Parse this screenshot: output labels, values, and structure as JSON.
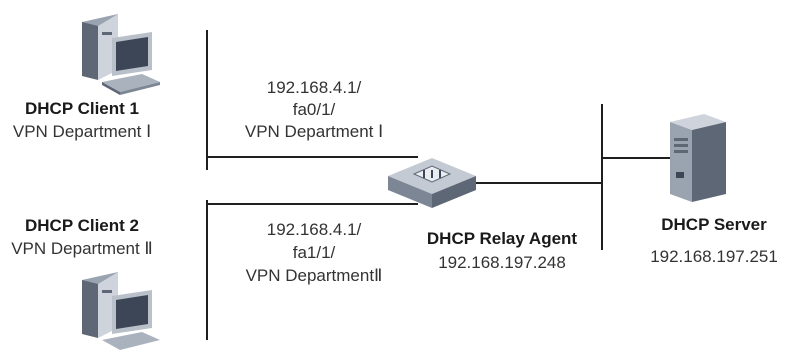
{
  "colors": {
    "line": "#1f1f1f",
    "device_light": "#cfd4dc",
    "device_mid": "#9aa3b0",
    "device_dark": "#5e6776",
    "screen": "#3d4656"
  },
  "client1": {
    "name": "DHCP Client 1",
    "vpn": "VPN Department Ⅰ",
    "icon": "computer-icon"
  },
  "client2": {
    "name": "DHCP Client 2",
    "vpn": "VPN Department Ⅱ",
    "icon": "computer-icon"
  },
  "interface1": {
    "ip": "192.168.4.1/",
    "port": "fa0/1/",
    "vpn": "VPN Department Ⅰ"
  },
  "interface2": {
    "ip": "192.168.4.1/",
    "port": "fa1/1/",
    "vpn": "VPN DepartmentⅡ"
  },
  "relay": {
    "name": "DHCP Relay Agent",
    "ip": "192.168.197.248",
    "icon": "switch-icon"
  },
  "server": {
    "name": "DHCP Server",
    "ip": "192.168.197.251",
    "icon": "server-icon"
  }
}
